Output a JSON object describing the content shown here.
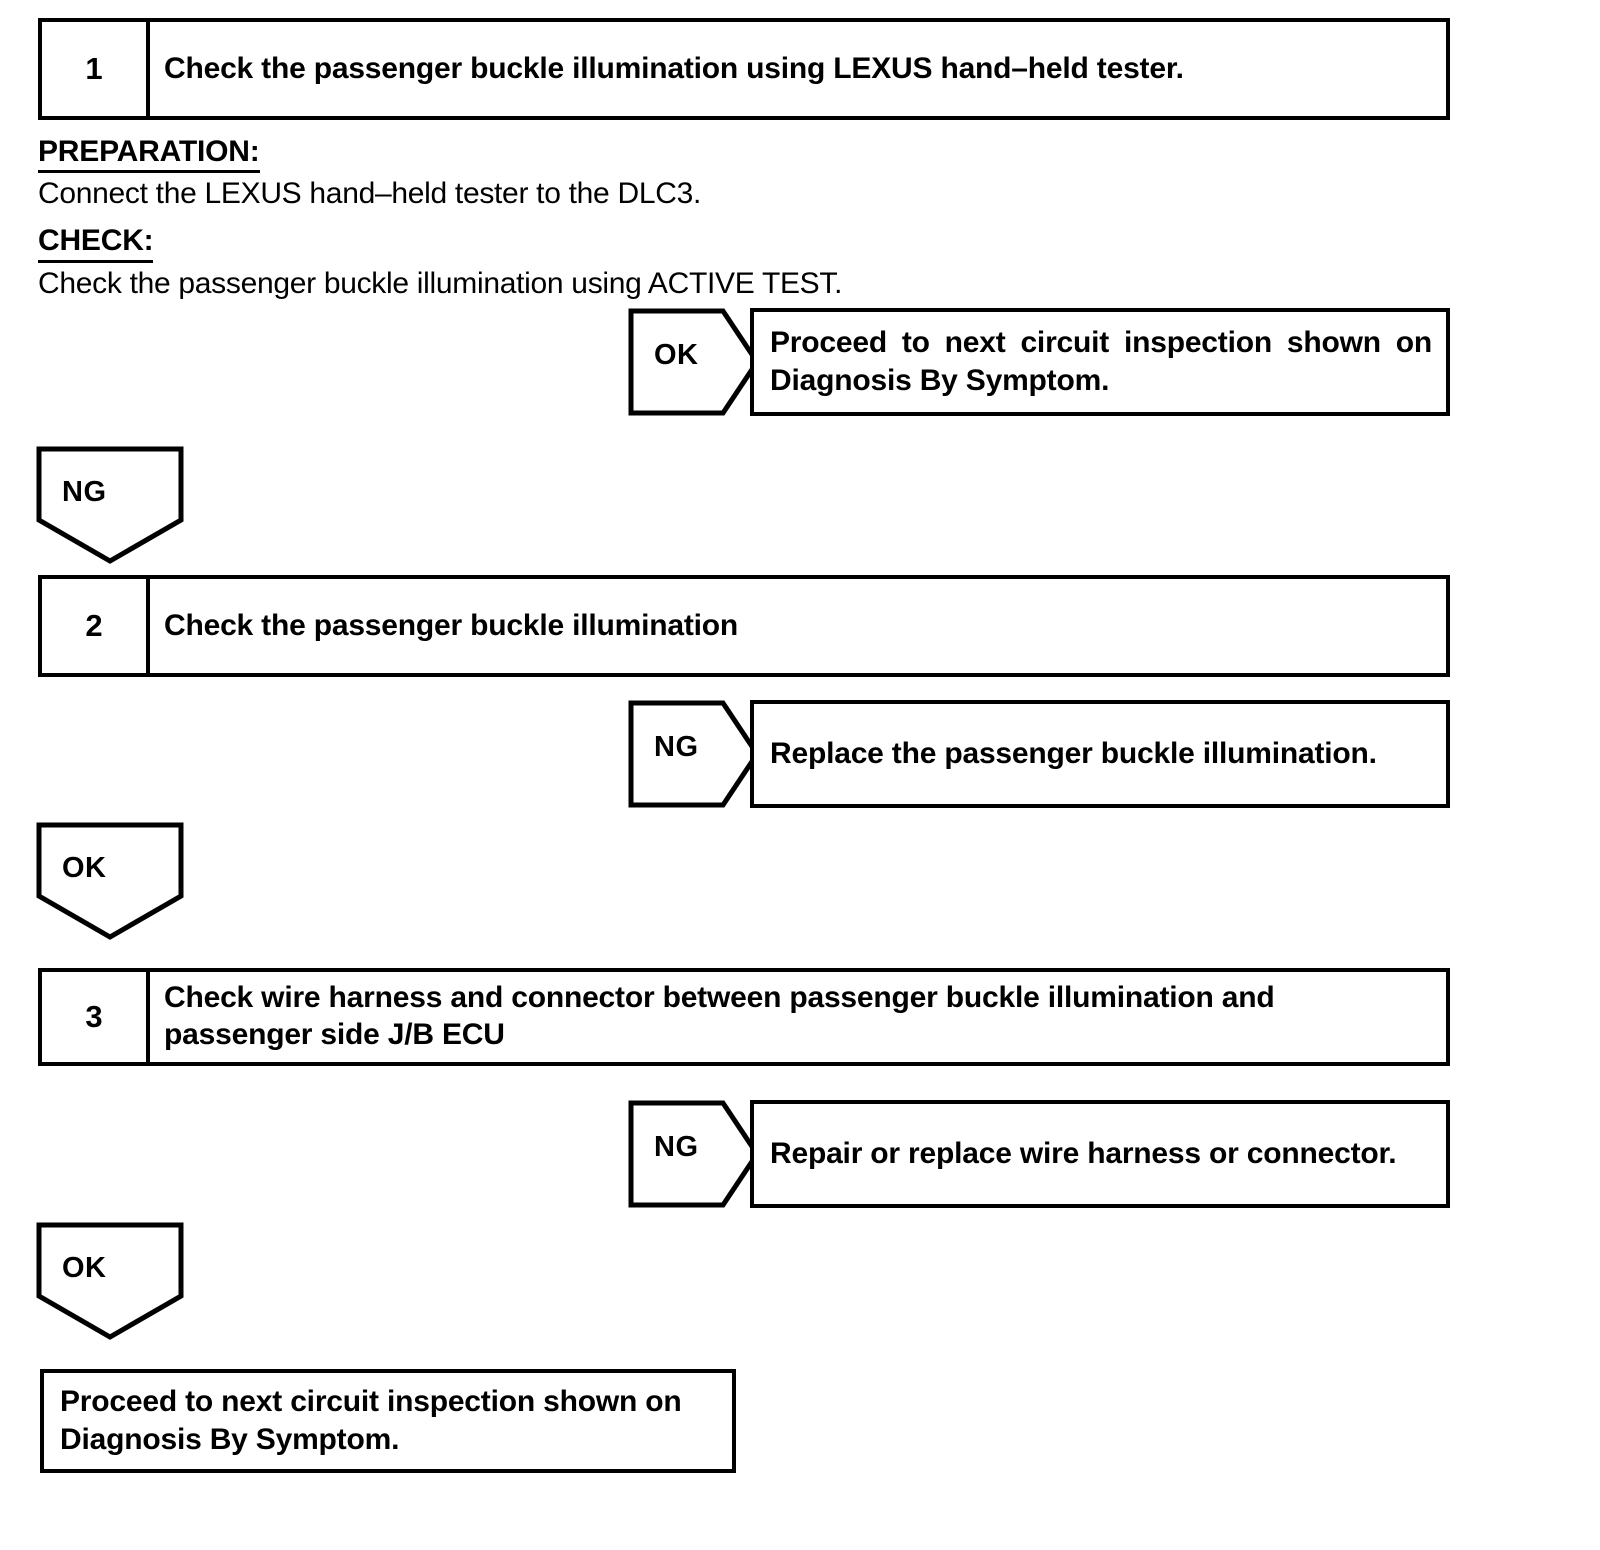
{
  "document": {
    "type": "diagnostic-flowchart",
    "title": "Passenger Buckle Illumination Circuit Inspection"
  },
  "steps": [
    {
      "number": "1",
      "text": "Check the passenger buckle illumination using LEXUS hand–held tester."
    },
    {
      "number": "2",
      "text": "Check the passenger buckle illumination"
    },
    {
      "number": "3",
      "text": "Check wire harness and connector between passenger buckle illumination and passenger side J/B ECU"
    }
  ],
  "notes": {
    "preparation_heading": "PREPARATION:",
    "preparation_body": "Connect the LEXUS hand–held tester to the DLC3.",
    "check_heading": "CHECK:",
    "check_body": "Check the passenger buckle illumination using ACTIVE TEST."
  },
  "branches": {
    "step1_ok": {
      "label": "OK",
      "result_line1": "Proceed to next circuit inspection shown on",
      "result_line2": "Diagnosis By Symptom."
    },
    "step1_ng": {
      "label": "NG"
    },
    "step2_ng": {
      "label": "NG",
      "result": "Replace the passenger buckle illumination."
    },
    "step2_ok": {
      "label": "OK"
    },
    "step3_ng": {
      "label": "NG",
      "result": "Repair or replace wire harness or connector."
    },
    "step3_ok": {
      "label": "OK"
    }
  },
  "conclusion": {
    "line1": "Proceed to next circuit inspection shown on",
    "line2": "Diagnosis By Symptom."
  },
  "colors": {
    "ink": "#000000",
    "paper": "#ffffff"
  }
}
